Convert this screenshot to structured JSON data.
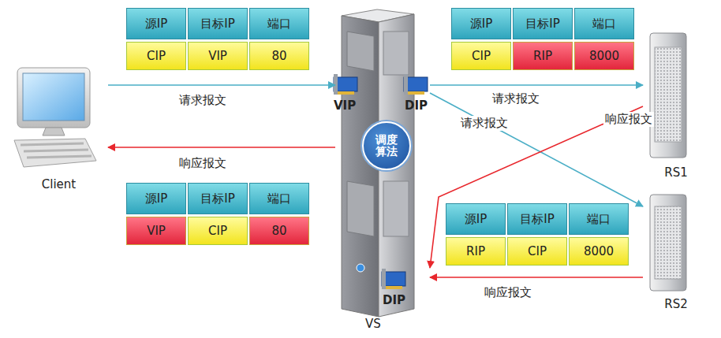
{
  "diagram": {
    "nodes": [
      {
        "text": [
          "Client"
        ]
      },
      {
        "text": [
          "VS"
        ]
      },
      {
        "text": [
          "调度算法"
        ],
        "in": 1
      },
      {
        "text": [
          "RS1"
        ]
      },
      {
        "text": [
          "RS2"
        ]
      }
    ],
    "edges": [
      {
        "from": 0,
        "to": 1,
        "arrow": "to",
        "label": "请求报文"
      },
      {
        "from": 1,
        "to": 0,
        "arrow": "to",
        "label": "响应报文"
      },
      {
        "from": 1,
        "to": 3,
        "arrow": "to",
        "label": "请求报文"
      },
      {
        "from": 1,
        "to": 4,
        "arrow": "to",
        "label": "请求报文"
      },
      {
        "from": 3,
        "to": 1,
        "arrow": "to",
        "label": "响应报文"
      },
      {
        "from": 4,
        "to": 1,
        "arrow": "to",
        "label": "响应报文"
      }
    ],
    "labels": [
      "源IP",
      "目标IP",
      "端口",
      "CIP",
      "VIP",
      "80",
      "源IP",
      "目标IP",
      "端口",
      "CIP",
      "RIP",
      "8000",
      "源IP",
      "目标IP",
      "端口",
      "VIP",
      "CIP",
      "80",
      "源IP",
      "目标IP",
      "端口",
      "RIP",
      "CIP",
      "8000",
      "VIP",
      "DIP",
      "DIP"
    ]
  }
}
